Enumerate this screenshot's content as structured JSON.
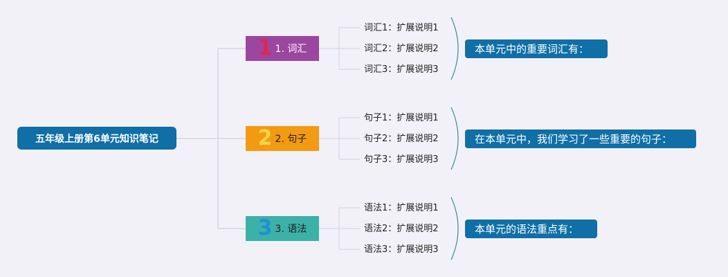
{
  "root": {
    "title": "五年级上册第6单元知识笔记"
  },
  "branches": [
    {
      "icon": "1",
      "label": "1. 词汇",
      "leaves": [
        "词汇1：扩展说明1",
        "词汇2：扩展说明2",
        "词汇3：扩展说明3"
      ],
      "summary": "本单元中的重要词汇有："
    },
    {
      "icon": "2",
      "label": "2. 句子",
      "leaves": [
        "句子1：扩展说明1",
        "句子2：扩展说明2",
        "句子3：扩展说明3"
      ],
      "summary": "在本单元中，我们学习了一些重要的句子："
    },
    {
      "icon": "3",
      "label": "3. 语法",
      "leaves": [
        "语法1：扩展说明1",
        "语法2：扩展说明2",
        "语法3：扩展说明3"
      ],
      "summary": "本单元的语法重点有："
    }
  ],
  "colors": {
    "root": "#0f6fa6",
    "branch_1": "#9b47a0",
    "branch_2": "#f39a13",
    "branch_3": "#3cb1a8",
    "summary": "#0f6fa6",
    "background": "#f2f1f7"
  }
}
